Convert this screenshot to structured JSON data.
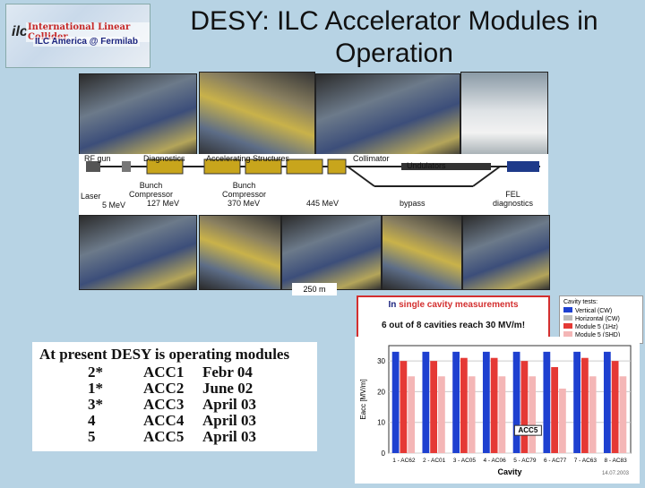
{
  "title": "DESY: ILC Accelerator Modules in Operation",
  "logo": {
    "line1": "International Linear Collider",
    "line2": "ILC America @ Fermilab",
    "mark": "ilc"
  },
  "beamline": {
    "rf_gun": "RF gun",
    "diagnostics": "Diagnostics",
    "accelerating": "Accelerating Structures",
    "collimator": "Collimator",
    "undulators": "Undulators",
    "laser": "Laser",
    "bc1": "Bunch\nCompressor",
    "bc2": "Bunch\nCompressor",
    "e5": "5 MeV",
    "e127": "127 MeV",
    "e370": "370 MeV",
    "e445": "445 MeV",
    "bypass": "bypass",
    "fel": "FEL\ndiagnostics",
    "length": "250 m"
  },
  "measurement": {
    "line1_prefix": "In",
    "line1_rest": "single cavity measurements",
    "line2": "6 out of 8 cavities reach 30 MV/m!"
  },
  "modules": {
    "heading": "At present DESY is operating modules",
    "rows": [
      {
        "num": "2*",
        "acc": "ACC1",
        "date": "Febr 04"
      },
      {
        "num": "1*",
        "acc": "ACC2",
        "date": "June 02"
      },
      {
        "num": "3*",
        "acc": "ACC3",
        "date": "April 03"
      },
      {
        "num": "4",
        "acc": "ACC4",
        "date": "April 03"
      },
      {
        "num": "5",
        "acc": "ACC5",
        "date": "April 03"
      }
    ]
  },
  "chart_data": {
    "type": "bar",
    "title": "",
    "xlabel": "Cavity",
    "ylabel": "Eacc [MV/m]",
    "ylim": [
      0,
      35
    ],
    "yticks": [
      0,
      10,
      20,
      30
    ],
    "categories": [
      "1 - AC62",
      "2 - AC01",
      "3 - AC05",
      "4 - AC06",
      "5 - AC79",
      "6 - AC77",
      "7 - AC63",
      "8 - AC83"
    ],
    "series": [
      {
        "name": "Vertical",
        "values": [
          33,
          33,
          33,
          33,
          33,
          33,
          33,
          33
        ],
        "color": "#1e40d0"
      },
      {
        "name": "Module 5",
        "values": [
          30,
          30,
          31,
          31,
          30,
          28,
          31,
          30
        ],
        "color": "#e53935"
      },
      {
        "name": "Module 5 (SHD)",
        "values": [
          25,
          25,
          25,
          25,
          25,
          21,
          25,
          25
        ],
        "color": "#f4b6b6"
      }
    ],
    "annotation": "ACC5",
    "legend_items": [
      "Cavity tests:",
      "Vertical (CW)",
      "Horizontal (CW)",
      "Module 5 (1Hz)",
      "Module 5 (SHD)"
    ],
    "footer": "14.07.2003"
  }
}
